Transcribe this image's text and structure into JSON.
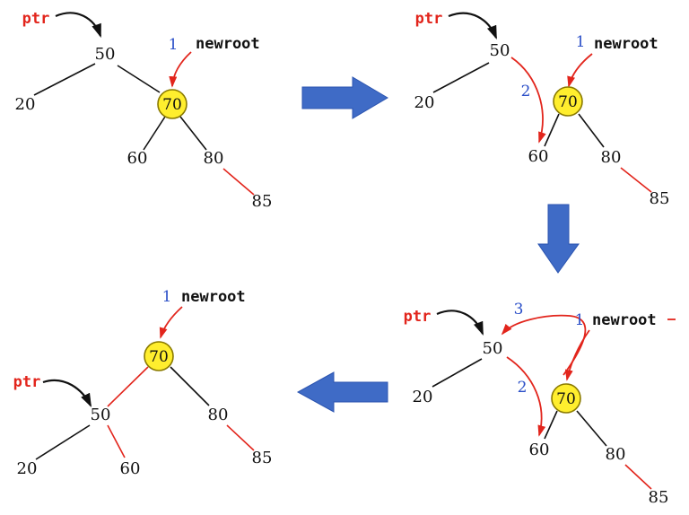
{
  "colors": {
    "red": "#e2251c",
    "blue": "#2b4fc8",
    "arrow": "#3f6bc6",
    "arrow_edge": "#2c55b0",
    "node_fill": "#ffee2e",
    "node_stroke": "#8a7a00",
    "black": "#111111",
    "background": "#ffffff"
  },
  "labels": {
    "ptr": "ptr",
    "newroot": "newroot",
    "step1": "1",
    "step2": "2",
    "step3": "3"
  },
  "nodes": {
    "n20": "20",
    "n50": "50",
    "n60": "60",
    "n70": "70",
    "n80": "80",
    "n85": "85"
  }
}
